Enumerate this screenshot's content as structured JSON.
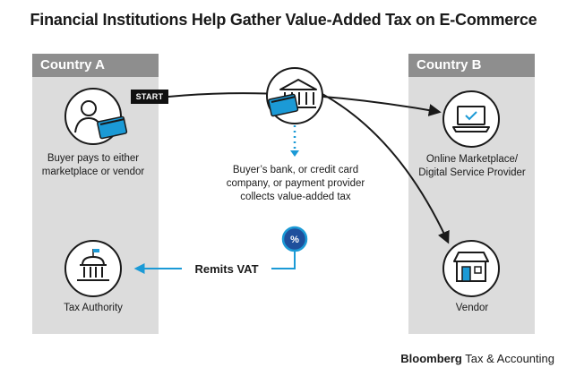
{
  "title": "Financial Institutions Help Gather Value-Added Tax on E-Commerce",
  "panels": {
    "country_a": "Country A",
    "country_b": "Country B"
  },
  "nodes": {
    "buyer": "Buyer pays to either marketplace or vendor",
    "bank": "Buyer’s bank, or credit card company, or payment provider collects value-added tax",
    "marketplace": "Online Marketplace/ Digital Service Provider",
    "vendor": "Vendor",
    "tax_authority": "Tax Authority"
  },
  "edges": {
    "start": "START",
    "remits": "Remits VAT"
  },
  "badge": "%",
  "brand": {
    "name": "Bloomberg",
    "rest": " Tax & Accounting"
  },
  "colors": {
    "panel_bg": "#dcdcdc",
    "panel_header": "#8e8e8e",
    "accent_blue": "#1b9ad6",
    "badge_fill": "#1e4f9c",
    "ink": "#1a1a1a"
  }
}
